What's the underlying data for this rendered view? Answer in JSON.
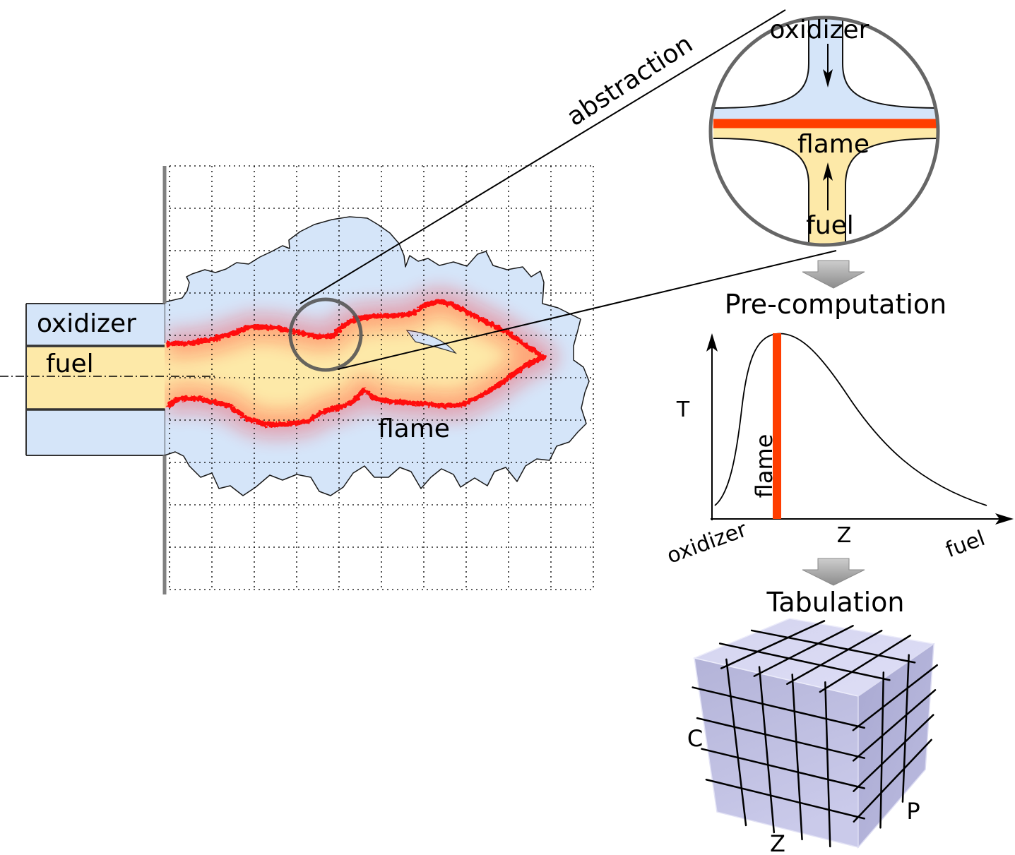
{
  "inlet": {
    "oxidizer_label": "oxidizer",
    "fuel_label": "fuel"
  },
  "turbulent_domain": {
    "flame_label": "flame"
  },
  "abstraction_label": "abstraction",
  "flamelet_zoom": {
    "oxidizer_label": "oxidizer",
    "flame_label": "flame",
    "fuel_label": "fuel"
  },
  "steps": {
    "precomputation_label": "Pre-computation",
    "tabulation_label": "Tabulation"
  },
  "profile_plot": {
    "y_axis_label": "T",
    "x_axis_label": "Z",
    "x_start_label": "oxidizer",
    "x_end_label": "fuel",
    "flame_marker_label": "flame"
  },
  "lookup_table": {
    "axis_c_label": "C",
    "axis_z_label": "Z",
    "axis_p_label": "P"
  },
  "icons": {
    "step_arrow": "down-arrow-icon",
    "flow_arrow": "flow-arrow-icon"
  },
  "colors": {
    "oxidizer": "#d5e5f9",
    "fuel": "#fde9a8",
    "flame": "#ff1010",
    "flame_sheet": "#ff3d00",
    "wall": "#808080",
    "zoom_outline": "#666666",
    "table_cube": "#c2c2e4"
  }
}
